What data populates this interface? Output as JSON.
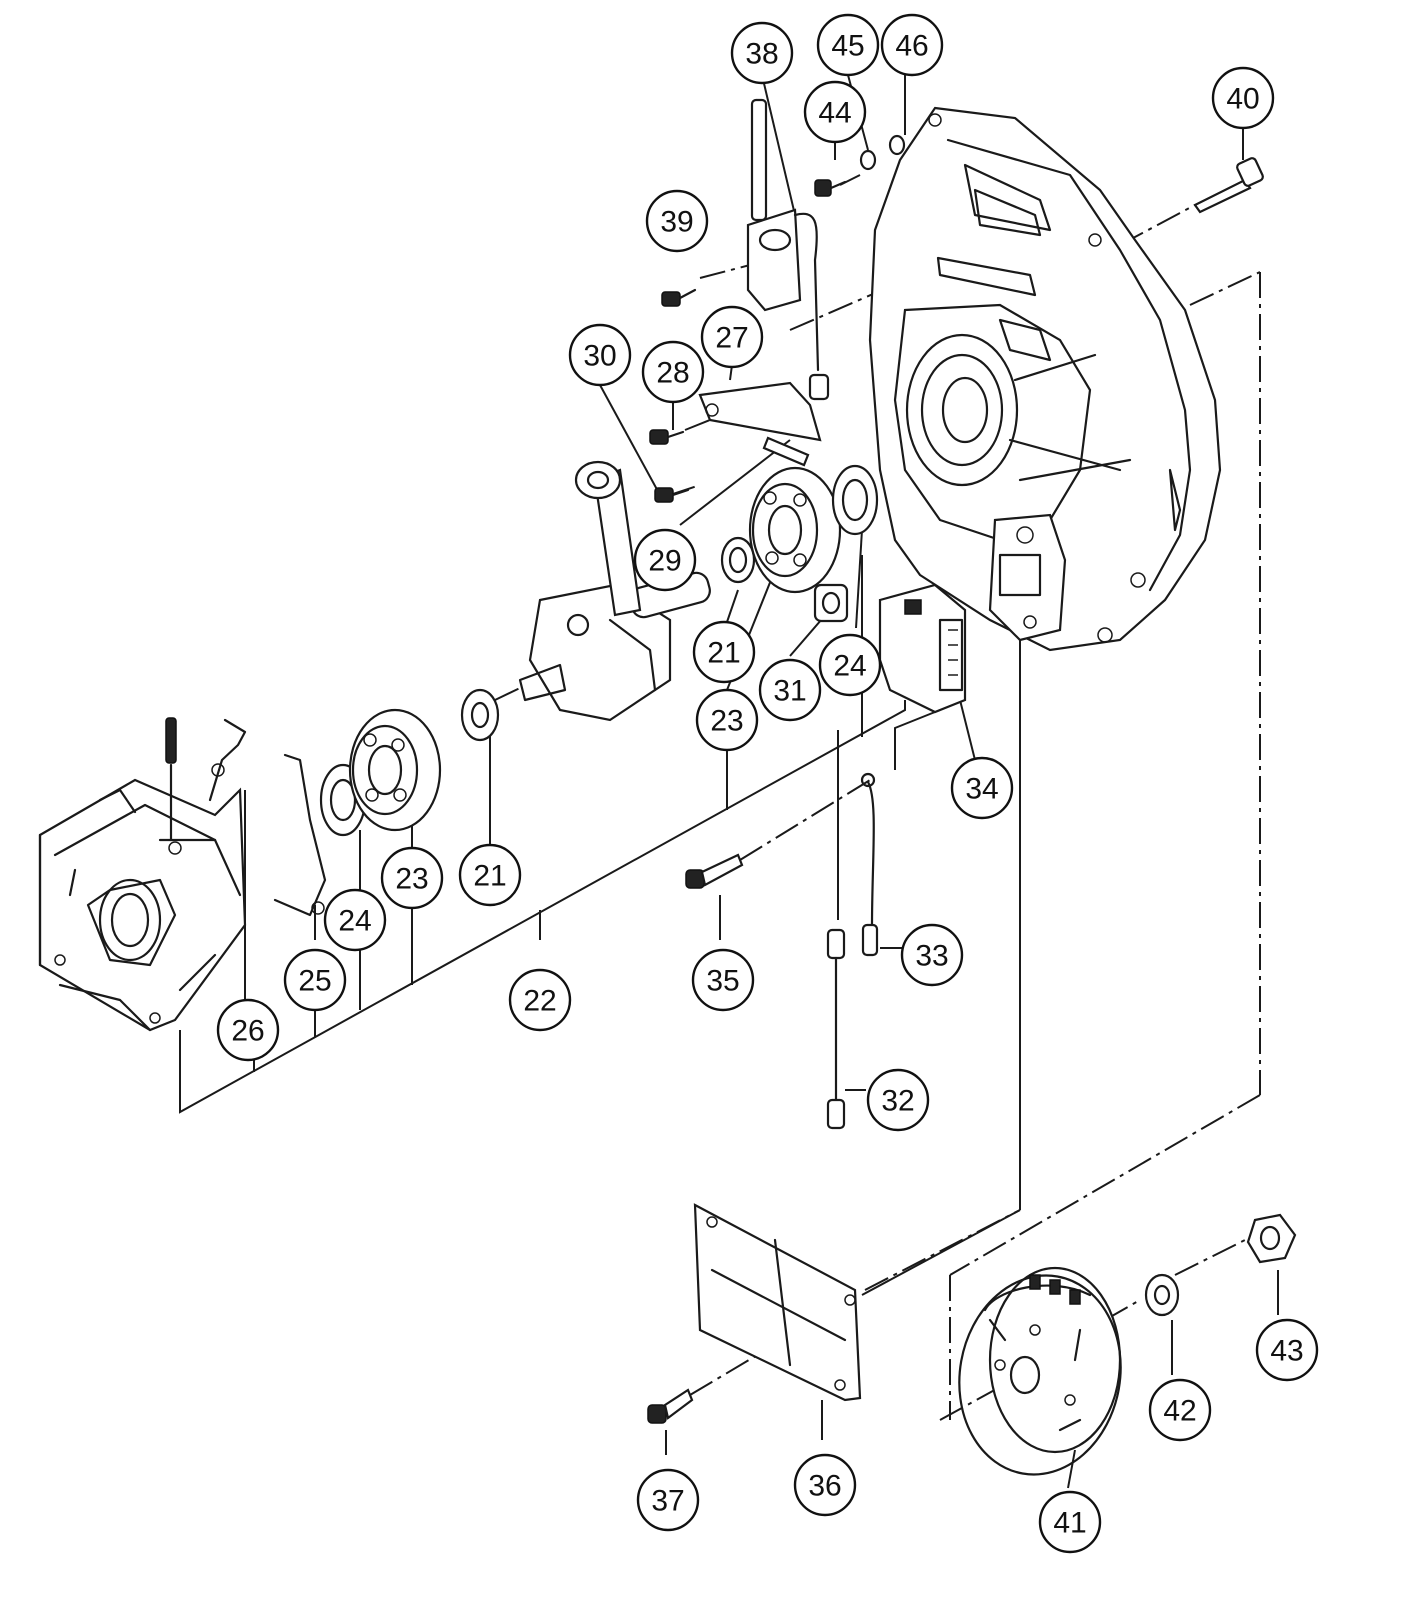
{
  "callouts": [
    {
      "id": "c21a",
      "label": "21"
    },
    {
      "id": "c21b",
      "label": "21"
    },
    {
      "id": "c22",
      "label": "22"
    },
    {
      "id": "c23a",
      "label": "23"
    },
    {
      "id": "c23b",
      "label": "23"
    },
    {
      "id": "c24a",
      "label": "24"
    },
    {
      "id": "c24b",
      "label": "24"
    },
    {
      "id": "c25",
      "label": "25"
    },
    {
      "id": "c26",
      "label": "26"
    },
    {
      "id": "c27",
      "label": "27"
    },
    {
      "id": "c28",
      "label": "28"
    },
    {
      "id": "c29",
      "label": "29"
    },
    {
      "id": "c30",
      "label": "30"
    },
    {
      "id": "c31",
      "label": "31"
    },
    {
      "id": "c32",
      "label": "32"
    },
    {
      "id": "c33",
      "label": "33"
    },
    {
      "id": "c34",
      "label": "34"
    },
    {
      "id": "c35",
      "label": "35"
    },
    {
      "id": "c36",
      "label": "36"
    },
    {
      "id": "c37",
      "label": "37"
    },
    {
      "id": "c38",
      "label": "38"
    },
    {
      "id": "c39",
      "label": "39"
    },
    {
      "id": "c40",
      "label": "40"
    },
    {
      "id": "c41",
      "label": "41"
    },
    {
      "id": "c42",
      "label": "42"
    },
    {
      "id": "c43",
      "label": "43"
    },
    {
      "id": "c44",
      "label": "44"
    },
    {
      "id": "c45",
      "label": "45"
    },
    {
      "id": "c46",
      "label": "46"
    }
  ]
}
